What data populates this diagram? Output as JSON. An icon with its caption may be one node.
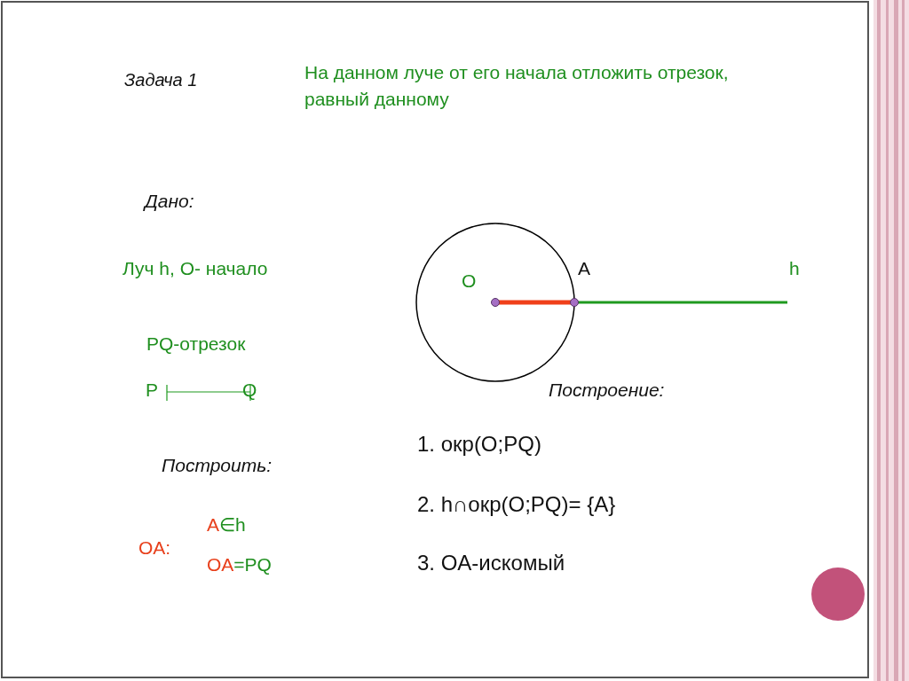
{
  "diagram": {
    "labels": [
      "Задача 1",
      "На данном луче от его начала отложить отрезок, равный данному",
      "Дано:",
      "Луч h, O- начало",
      "O",
      "A",
      "h",
      "PQ-отрезок",
      "P",
      "Q",
      "Построение:",
      "1. окр(O;PQ)",
      "Построить:",
      "2. h∩окр(O;PQ)= {A}",
      "A",
      "∈h",
      "OA:",
      "OA",
      "=PQ",
      "3. OA-искомый"
    ]
  }
}
